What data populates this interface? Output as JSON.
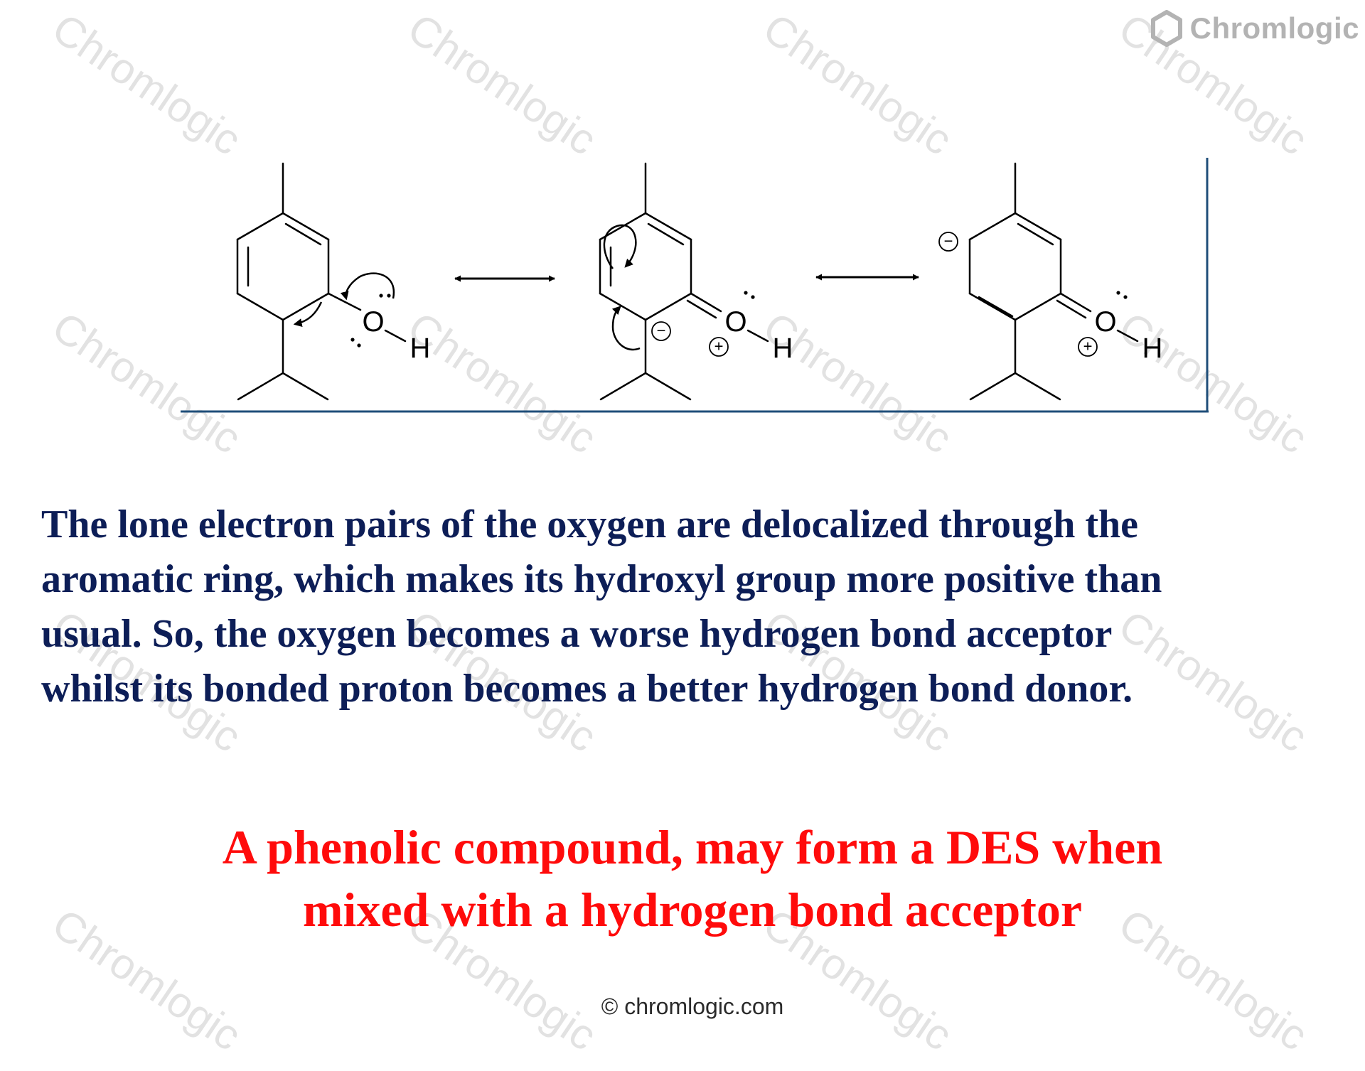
{
  "brand": {
    "name": "Chromlogic",
    "icon": "hexagon-logo-icon",
    "color": "#b3b3b3"
  },
  "watermark": {
    "text": "Chromlogic",
    "color": "#e2e2e2"
  },
  "scheme": {
    "oxygen_label": "O",
    "hydrogen_label": "H",
    "positive_charge": "+",
    "negative_charge": "−",
    "frame_color": "#1f4e79"
  },
  "paragraph": {
    "lines": [
      "The lone electron pairs of the oxygen are delocalized through the",
      "aromatic ring, which makes its hydroxyl group more positive than",
      "usual. So, the oxygen becomes a worse hydrogen bond acceptor",
      "whilst its bonded proton becomes a better hydrogen bond donor."
    ],
    "color": "#0d1e57"
  },
  "callout": {
    "lines": [
      "A phenolic compound, may form a DES when",
      "mixed with a hydrogen bond acceptor"
    ],
    "color": "#ff0b0b"
  },
  "footer": {
    "text": "© chromlogic.com"
  }
}
